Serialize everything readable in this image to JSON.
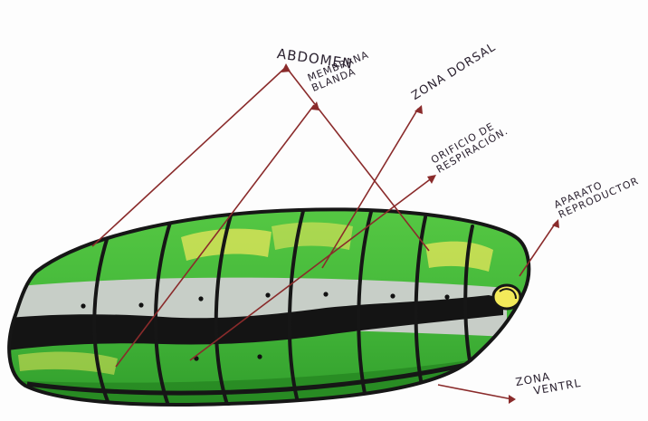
{
  "labels": {
    "abdomen": "ABDOMEN",
    "membrana_line1": "MEMBRANA",
    "membrana_line2": "BLANDA",
    "zona_dorsal": "ZONA DORSAL",
    "orificio_line1": "ORIFICIO DE",
    "orificio_line2": "RESPIRACIÓN.",
    "aparato_line1": "APARATO",
    "aparato_line2": "REPRODUCTOR",
    "zona_ventral_line1": "ZONA",
    "zona_ventral_line2": "VENTRL"
  },
  "colors": {
    "leader_line": "#8a2b2b",
    "body_green": "#4ec23a",
    "body_dark_green": "#1f7a1c",
    "stripe_black": "#141414",
    "band_gray": "#c9c9c9",
    "highlight_yellow": "#f3ea5a",
    "outline": "#161616"
  }
}
